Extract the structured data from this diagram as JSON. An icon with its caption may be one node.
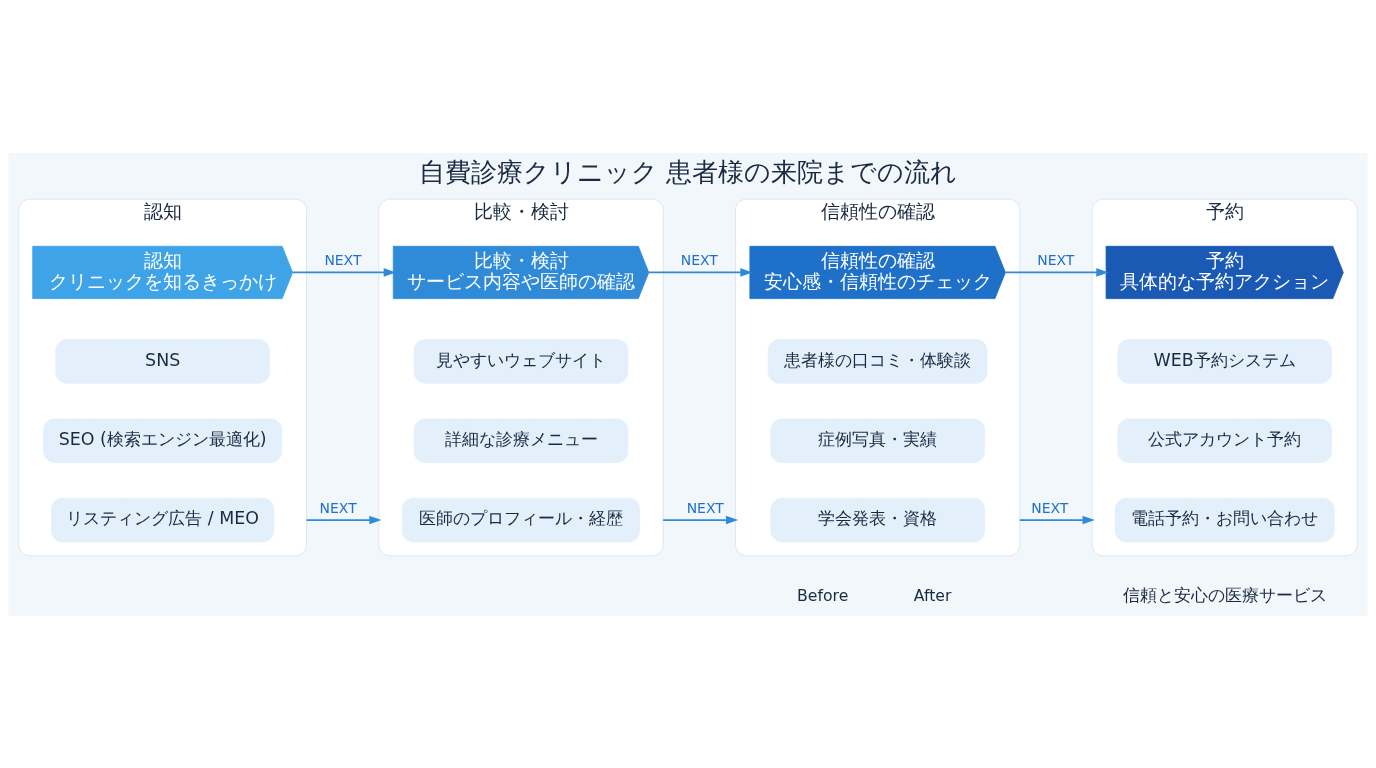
{
  "diagram": {
    "title": "自費診療クリニック 患者様の来院までの流れ",
    "caption": "信頼と安心の医療サービス",
    "nodes": [
      {
        "text": [
          "認知"
        ]
      },
      {
        "text": [
          "認知",
          "クリニックを知るきっかけ"
        ],
        "in": 0
      },
      {
        "text": [
          "SNS"
        ],
        "in": 0
      },
      {
        "text": [
          "SEO (検索エンジン最適化)"
        ],
        "in": 0
      },
      {
        "text": [
          "リスティング広告 / MEO"
        ],
        "in": 0
      },
      {
        "text": [
          "比較・検討"
        ]
      },
      {
        "text": [
          "比較・検討",
          "サービス内容や医師の確認"
        ],
        "in": 5
      },
      {
        "text": [
          "見やすいウェブサイト"
        ],
        "in": 5
      },
      {
        "text": [
          "詳細な診療メニュー"
        ],
        "in": 5
      },
      {
        "text": [
          "医師のプロフィール・経歴"
        ],
        "in": 5
      },
      {
        "text": [
          "信頼性の確認"
        ]
      },
      {
        "text": [
          "信頼性の確認",
          "安心感・信頼性のチェック"
        ],
        "in": 10
      },
      {
        "text": [
          "患者様の口コミ・体験談"
        ],
        "in": 10
      },
      {
        "text": [
          "症例写真・実績"
        ],
        "in": 10
      },
      {
        "text": [
          "学会発表・資格"
        ],
        "in": 10
      },
      {
        "text": [
          "予約"
        ]
      },
      {
        "text": [
          "予約",
          "具体的な予約アクション"
        ],
        "in": 15
      },
      {
        "text": [
          "WEB予約システム"
        ],
        "in": 15
      },
      {
        "text": [
          "公式アカウント予約"
        ],
        "in": 15
      },
      {
        "text": [
          "電話予約・お問い合わせ"
        ],
        "in": 15
      }
    ],
    "edges": [
      {
        "from": 0,
        "to": 5,
        "arrow": "to",
        "label": "NEXT"
      },
      {
        "from": 5,
        "to": 10,
        "arrow": "to",
        "label": "NEXT"
      },
      {
        "from": 10,
        "to": 15,
        "arrow": "to",
        "label": "NEXT"
      },
      {
        "from": 1,
        "to": 6,
        "arrow": "to",
        "label": "NEXT"
      },
      {
        "from": 6,
        "to": 11,
        "arrow": "to",
        "label": "NEXT"
      },
      {
        "from": 11,
        "to": 16,
        "arrow": "to",
        "label": "NEXT"
      }
    ],
    "labels": [
      "Before",
      "After"
    ]
  }
}
